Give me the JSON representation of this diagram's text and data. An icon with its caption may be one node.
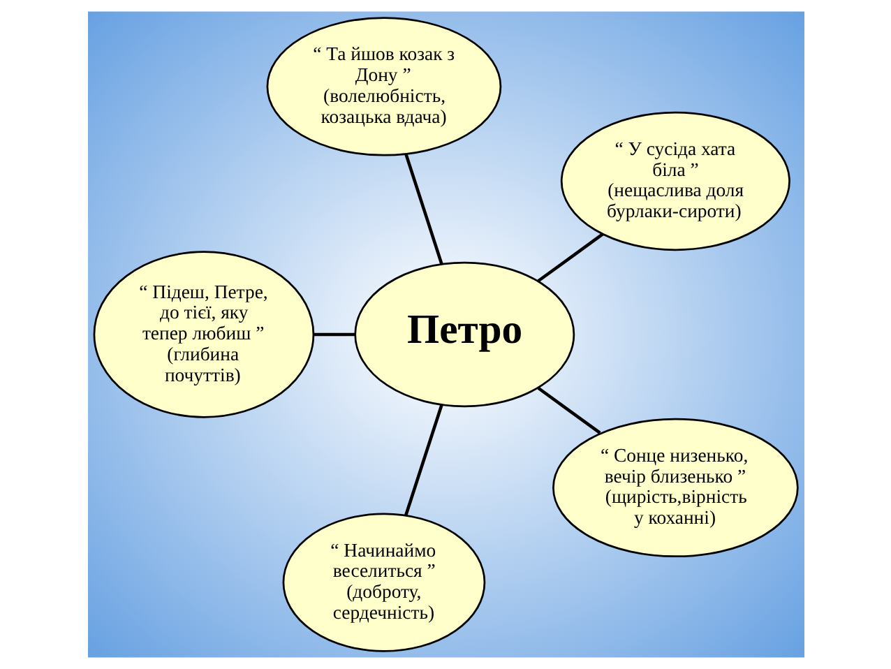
{
  "diagram": {
    "nodes": [
      {
        "text": [
          "“ Та йшов козак з Дону ”",
          "(волелюбність, козацька вдача)"
        ]
      },
      {
        "text": [
          "“ Підеш, Петре, до тієї, яку тепер любиш ”",
          "(глибина почуттів)"
        ]
      },
      {
        "text": [
          "“ У сусіда хата біла ”",
          "(нещаслива доля бурлаки-сироти)"
        ]
      },
      {
        "text": [
          "Петро"
        ]
      },
      {
        "text": [
          "“ Начинаймо веселиться ”",
          "(доброту, сердечність)"
        ]
      },
      {
        "text": [
          "“ Сонце низенько, вечір близенько ”",
          "(щирість,вірність у коханні)"
        ]
      }
    ],
    "edges": [
      {
        "from": 3,
        "to": 0,
        "arrow": "none"
      },
      {
        "from": 3,
        "to": 2,
        "arrow": "none"
      },
      {
        "from": 3,
        "to": 5,
        "arrow": "none"
      },
      {
        "from": 3,
        "to": 4,
        "arrow": "none"
      },
      {
        "from": 3,
        "to": 1,
        "arrow": "none"
      }
    ]
  }
}
